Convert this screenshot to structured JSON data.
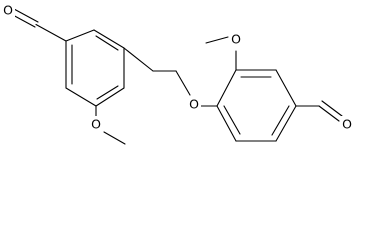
{
  "structure": {
    "atoms": {
      "aldehyde_o_left": "O",
      "ether_o_left": "O",
      "bridge_o": "O",
      "ether_o_right": "O",
      "aldehyde_o_right": "O"
    }
  }
}
